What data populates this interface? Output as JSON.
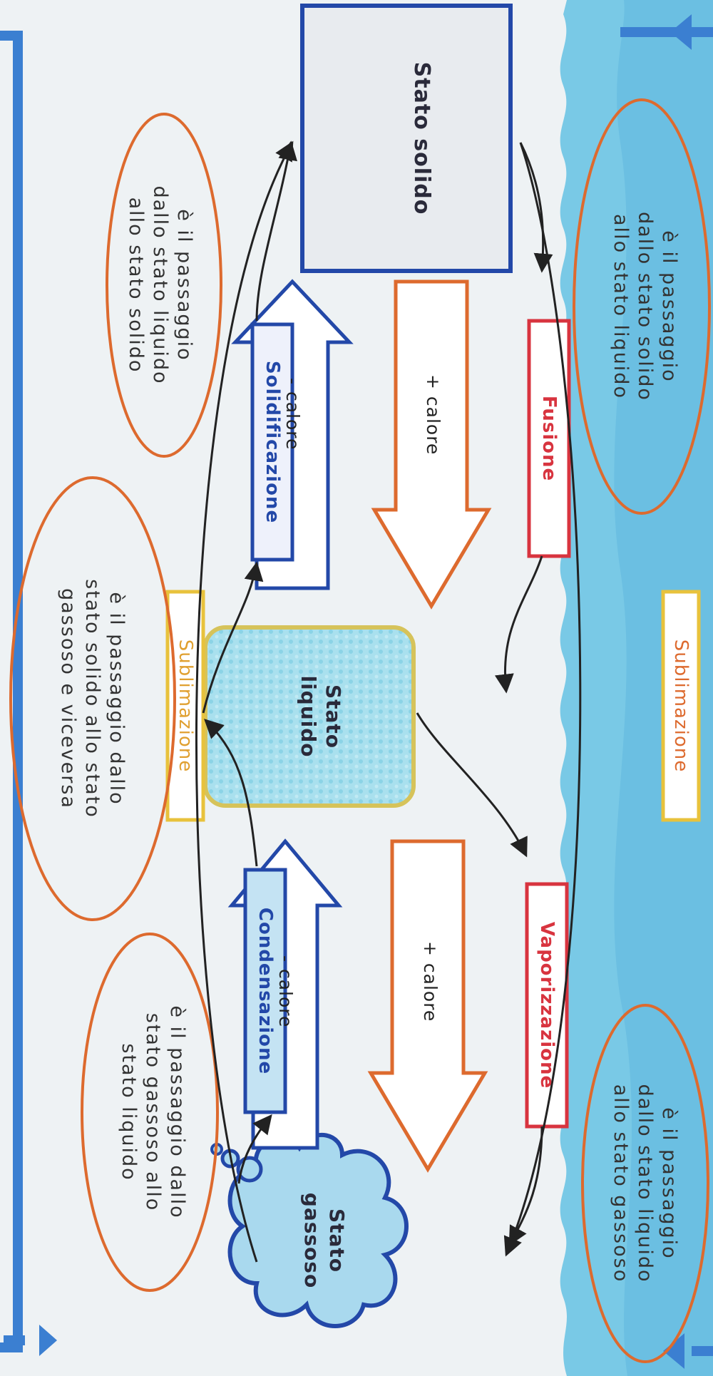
{
  "states": {
    "solid": "Stato  solido",
    "liquid": "Stato\nliquido",
    "gas": "Stato\ngassoso"
  },
  "processes": {
    "fusione": "Fusione",
    "solidificazione": "Solidificazione",
    "vaporizzazione": "Vaporizzazione",
    "condensazione": "Condensazione",
    "sublimazione_top": "Sublimazione",
    "sublimazione_bottom": "Sublimazione"
  },
  "heat": {
    "plus_1": "+ calore",
    "minus_1": "- calore",
    "plus_2": "+ calore",
    "minus_2": "- calore"
  },
  "definitions": {
    "fusione": "è il passaggio\ndallo stato solido\nallo stato liquido",
    "solidificazione": "è il passaggio\ndallo stato liquido\nallo stato solido",
    "vaporizzazione": "è il passaggio\ndallo stato liquido\nallo stato gassoso",
    "condensazione": "è il passaggio dallo\nstato gassoso allo\nstato liquido",
    "sublimazione": "è il passaggio dallo\nstato solido allo stato\ngassoso e viceversa"
  },
  "colors": {
    "red": "#d8343f",
    "blue": "#2348a8",
    "orange": "#dd6a2e",
    "yellow": "#e8c23c",
    "water": "#8fd3e8",
    "frame": "#3b7fd1"
  }
}
